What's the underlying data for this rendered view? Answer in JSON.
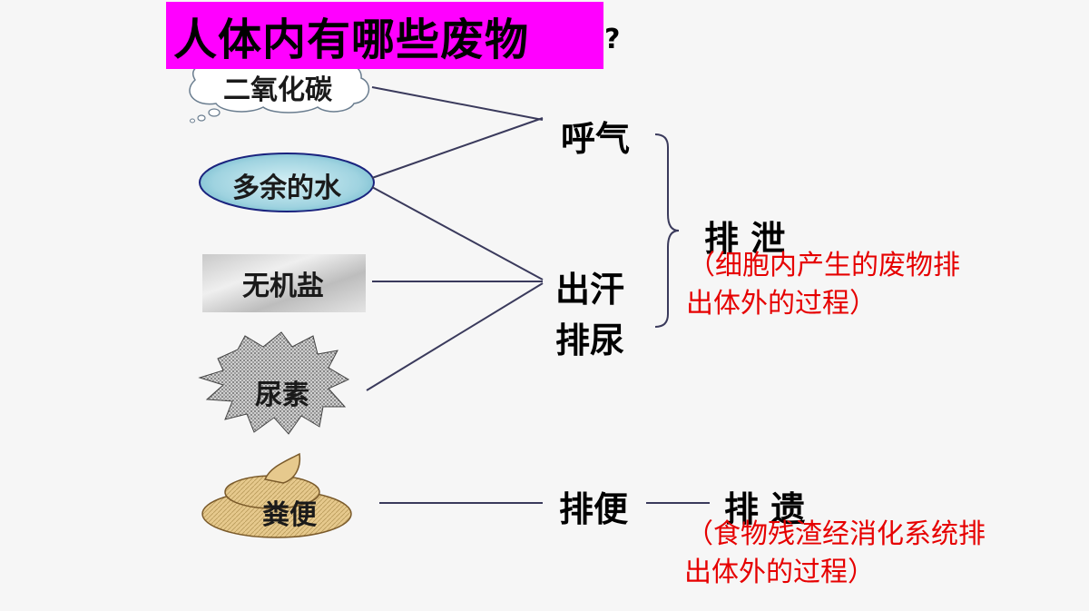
{
  "title": {
    "main": "人体内有哪些废物",
    "question_mark": "?"
  },
  "wastes": {
    "co2": "二氧化碳",
    "water": "多余的水",
    "salt": "无机盐",
    "urea": "尿素",
    "feces": "粪便"
  },
  "routes": {
    "breath": "呼气",
    "sweat": "出汗",
    "urine": "排尿",
    "defecate": "排便"
  },
  "categories": {
    "excretion": {
      "name": "排 泄",
      "desc_line1": "（细胞内产生的废物排",
      "desc_line2": "出体外的过程）"
    },
    "egestion": {
      "name": "排 遗",
      "desc_line1": "（食物残渣经消化系统排",
      "desc_line2": "出体外的过程）"
    }
  },
  "colors": {
    "title_bg": "#ff00ff",
    "desc_text": "#e60000",
    "line": "#3a3a5c"
  }
}
